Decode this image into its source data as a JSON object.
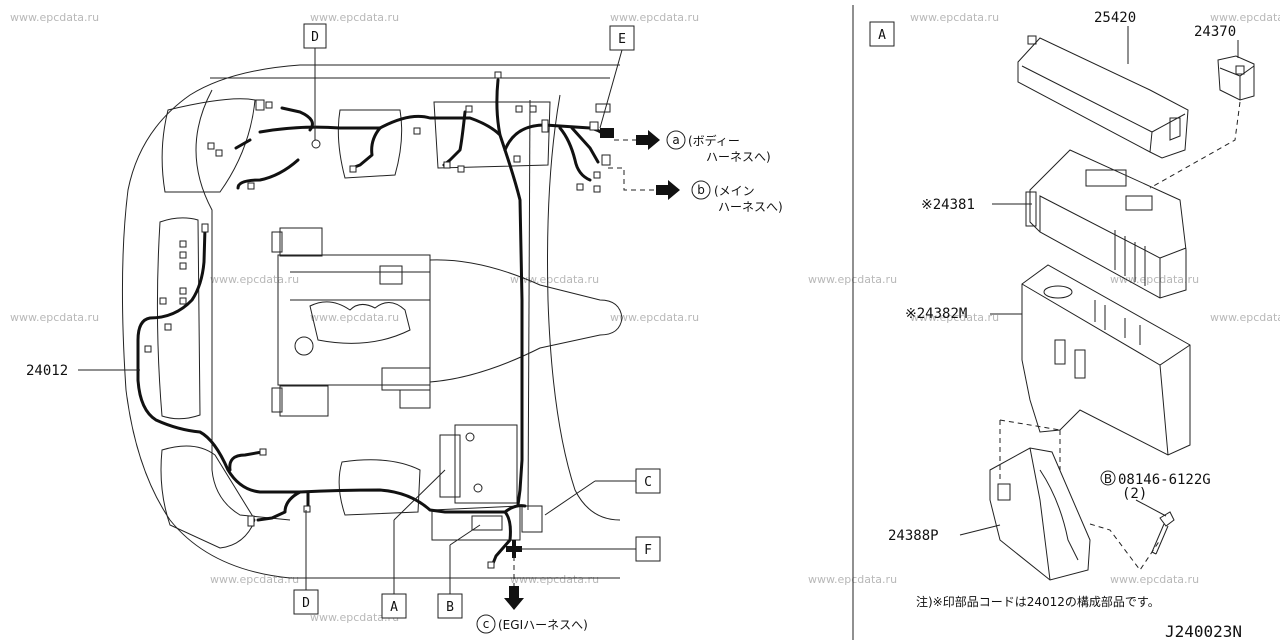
{
  "watermark": "www.epcdata.ru",
  "diagram_code": "J240023N",
  "detail_label": "A",
  "callouts": {
    "d1": "D",
    "e": "E",
    "c": "C",
    "f": "F",
    "d2": "D",
    "a": "A",
    "b": "B"
  },
  "parts": {
    "main_harness": "24012",
    "upper_cover": "25420",
    "relay": "24370",
    "fuse_block": "※24381",
    "fuse_box": "※24382M",
    "bracket": "24388P",
    "bolt_no": "08146-6122G",
    "bolt_qty": "(2)",
    "bolt_circle": "B"
  },
  "connections": {
    "a_circle": "a",
    "a_text1": "(ボディー",
    "a_text2": "ハーネスへ)",
    "b_circle": "b",
    "b_text1": "(メイン",
    "b_text2": "ハーネスへ)",
    "c_circle": "c",
    "c_text": "(EGIハーネスへ)"
  },
  "note": "注)※印部品コードは24012の構成部品です。"
}
